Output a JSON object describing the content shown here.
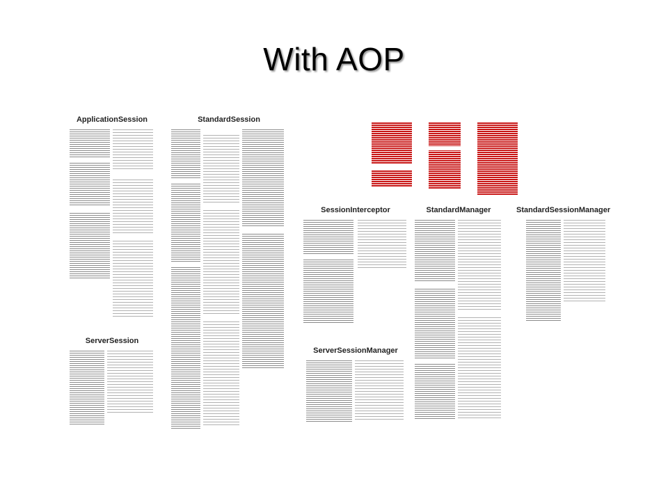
{
  "slide": {
    "title": "With AOP"
  },
  "panels": {
    "application_session": "ApplicationSession",
    "standard_session": "StandardSession",
    "server_session": "ServerSession",
    "session_interceptor": "SessionInterceptor",
    "standard_manager": "StandardManager",
    "standard_session_manager": "StandardSessionManager",
    "server_session_manager": "ServerSessionManager"
  },
  "colors": {
    "background": "#ffffff",
    "code_text": "#333333",
    "aspect_code": "#c81414"
  }
}
